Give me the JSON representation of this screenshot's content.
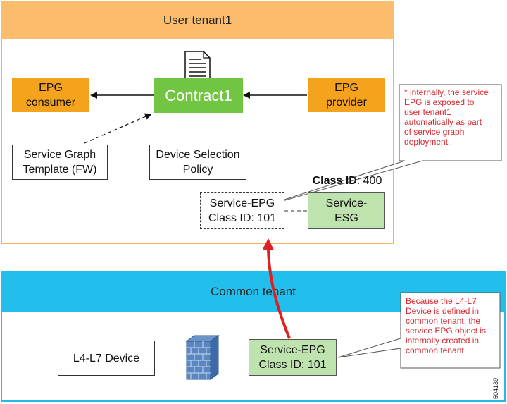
{
  "user_tenant": {
    "title": "User tenant1"
  },
  "common_tenant": {
    "title": "Common tenant"
  },
  "epg_consumer": {
    "line1": "EPG",
    "line2": "consumer"
  },
  "epg_provider": {
    "line1": "EPG",
    "line2": "provider"
  },
  "contract": {
    "label": "Contract1"
  },
  "service_graph": {
    "line1": "Service Graph",
    "line2": "Template (FW)"
  },
  "device_selection": {
    "line1": "Device Selection",
    "line2": "Policy"
  },
  "service_epg_user": {
    "line1": "Service-EPG",
    "line2_prefix": "Class ID",
    "line2_value": ": 101"
  },
  "service_esg": {
    "line1": "Service-",
    "line2": "ESG",
    "class_id_prefix": "Class ID",
    "class_id_value": ": 400"
  },
  "l4l7_device": {
    "label": "L4-L7 Device"
  },
  "service_epg_common": {
    "line1": "Service-EPG",
    "line2": "Class ID: 101"
  },
  "callout_user": {
    "lines": [
      "* internally, the service",
      "EPG is exposed to",
      "user tenant1",
      "automatically as part",
      "of service graph",
      "deployment."
    ]
  },
  "callout_common": {
    "lines": [
      "Because the L4-L7",
      "Device is defined in",
      "common tenant, the",
      "service EPG object is",
      "internally created in",
      "common tenant."
    ]
  },
  "figure_id": "504139",
  "colors": {
    "user_header": "#fbbd6b",
    "common_header": "#22bfed",
    "epg_orange": "#f5a31c",
    "contract_green": "#72c443",
    "esg_lightgreen": "#bfe3ae",
    "callout_red": "#d8262c",
    "arrow_red": "#e0201f"
  },
  "icons": {
    "document": "document-icon",
    "firewall": "firewall-icon"
  }
}
